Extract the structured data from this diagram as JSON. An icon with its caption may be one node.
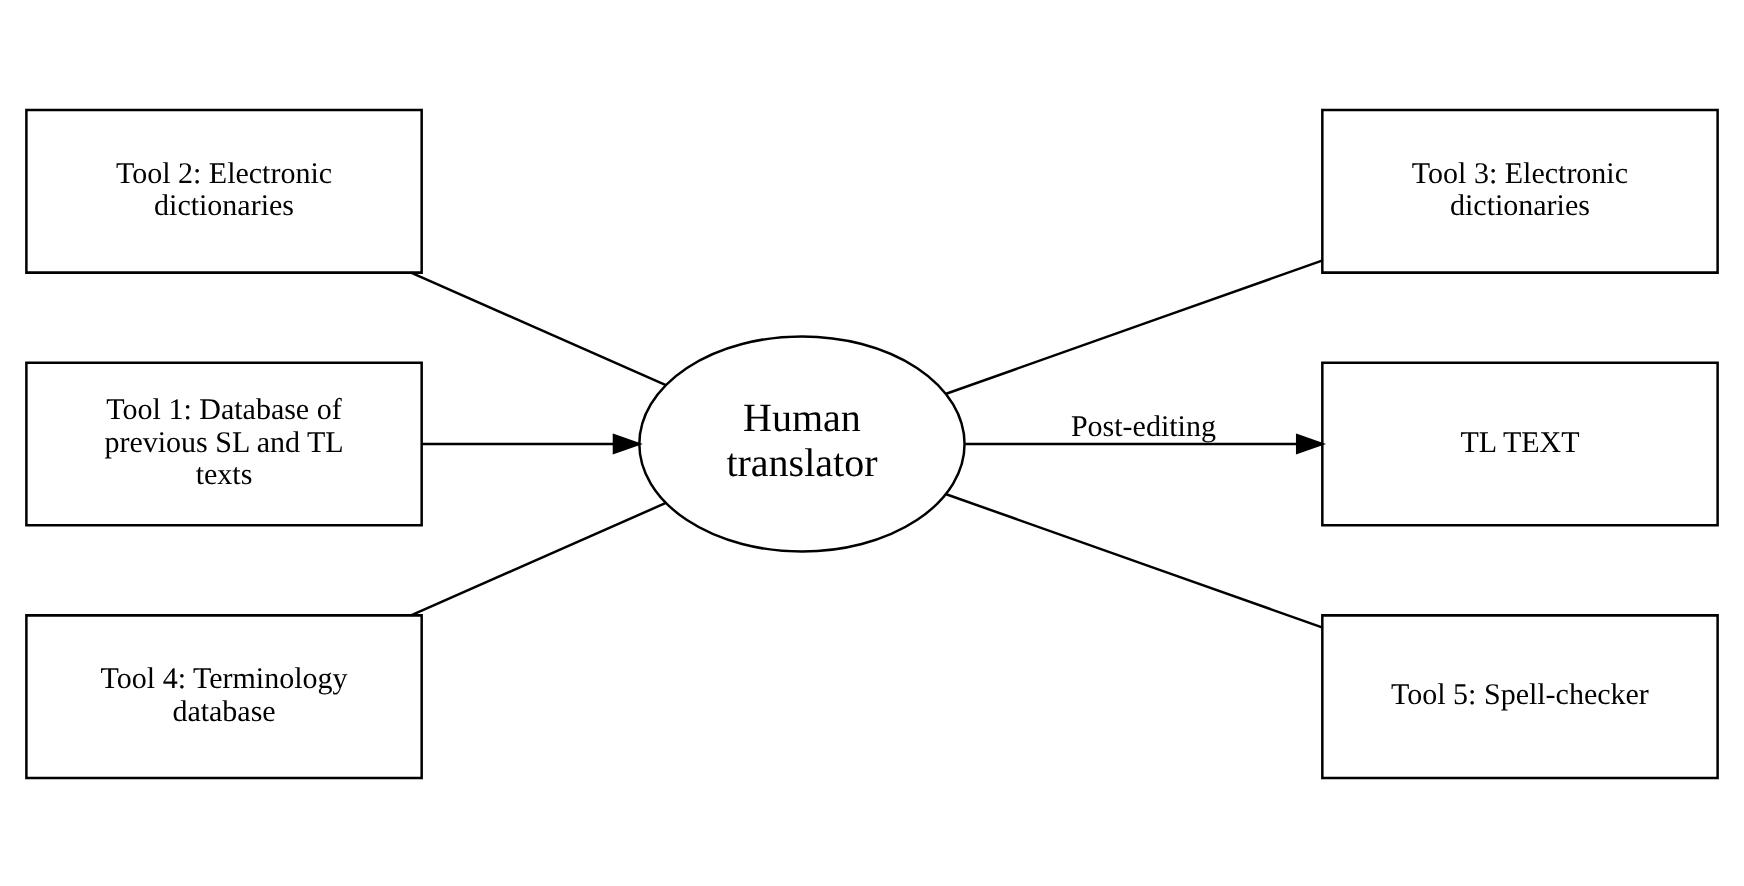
{
  "diagram": {
    "nodes": [
      {
        "text": [
          "Tool 2: Electronic dictionaries"
        ]
      },
      {
        "text": [
          "Tool 3: Electronic dictionaries"
        ]
      },
      {
        "text": [
          "Tool 1: Database of previous SL and TL texts"
        ]
      },
      {
        "text": [
          "Human translator"
        ]
      },
      {
        "text": [
          "TL TEXT"
        ]
      },
      {
        "text": [
          "Tool 4: Terminology database"
        ]
      },
      {
        "text": [
          "Tool 5: Spell-checker"
        ]
      }
    ],
    "edges": [
      {
        "from": 0,
        "to": 3,
        "arrow": "none"
      },
      {
        "from": 3,
        "to": 1,
        "arrow": "none"
      },
      {
        "from": 2,
        "to": 3,
        "arrow": "to"
      },
      {
        "from": 3,
        "to": 4,
        "arrow": "to",
        "label": "Post-editing"
      },
      {
        "from": 5,
        "to": 3,
        "arrow": "none"
      },
      {
        "from": 3,
        "to": 6,
        "arrow": "none"
      }
    ]
  }
}
